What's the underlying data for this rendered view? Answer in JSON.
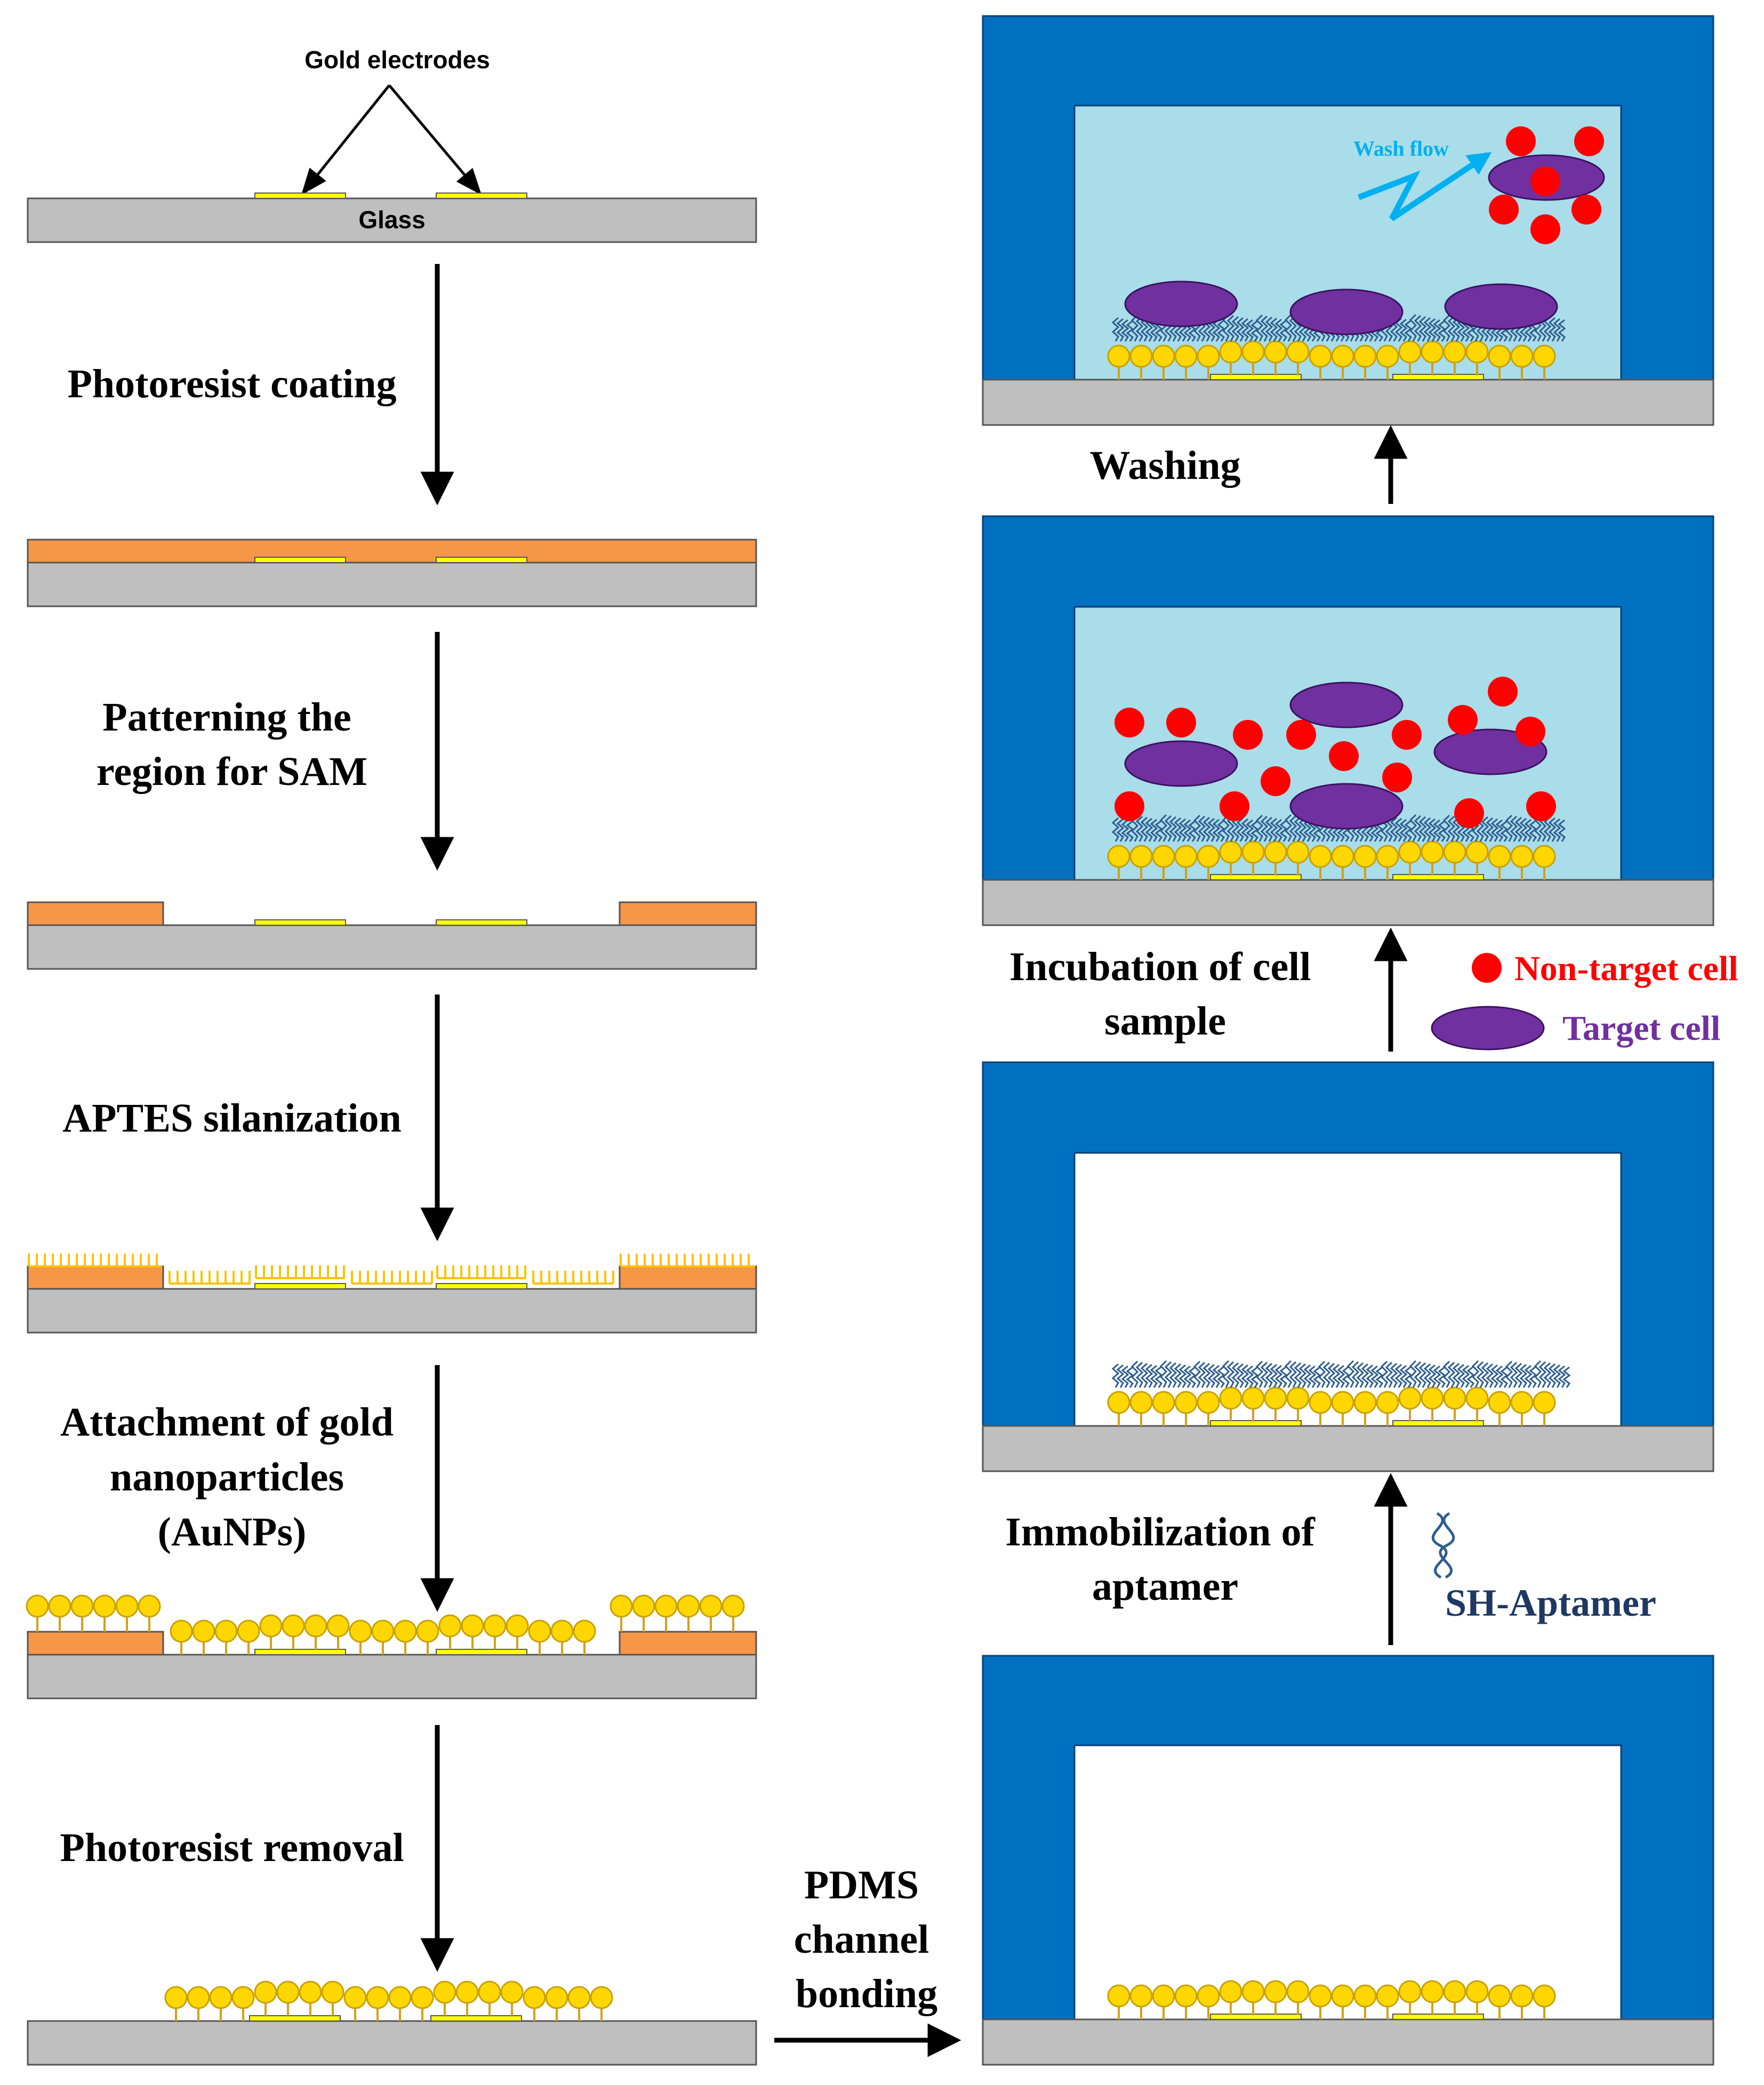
{
  "labels": {
    "gold_electrodes": "Gold electrodes",
    "glass": "Glass",
    "wash_flow": "Wash flow",
    "non_target_cell": "Non-target cell",
    "target_cell": "Target cell",
    "sh_aptamer": "SH-Aptamer"
  },
  "steps": {
    "photoresist_coating": [
      "Photoresist coating"
    ],
    "patterning": [
      "Patterning the",
      "region for SAM"
    ],
    "aptes": [
      "APTES silanization"
    ],
    "aunp_attachment": [
      "Attachment of gold",
      "nanoparticles",
      "(AuNPs)"
    ],
    "photoresist_removal": [
      "Photoresist removal"
    ],
    "pdms_bonding": [
      "PDMS",
      "channel",
      "bonding"
    ],
    "immobilization": [
      "Immobilization of",
      "aptamer"
    ],
    "incubation": [
      "Incubation of cell",
      "sample"
    ],
    "washing": [
      "Washing"
    ]
  },
  "colors": {
    "glass": "#bfbfbf",
    "gold_electrode": "#ffff00",
    "photoresist": "#f79646",
    "aptes": "#ffc000",
    "aunp": "#ffd700",
    "pdms": "#0070c0",
    "channel_fluid": "#a8dde9",
    "aptamer": "#2e5d8f",
    "non_target": "#ff0000",
    "target": "#7030a0",
    "wash_arrow": "#00b0f0",
    "non_target_text": "#ff0000",
    "target_text": "#7030a0",
    "sh_aptamer_text": "#1f3864"
  }
}
